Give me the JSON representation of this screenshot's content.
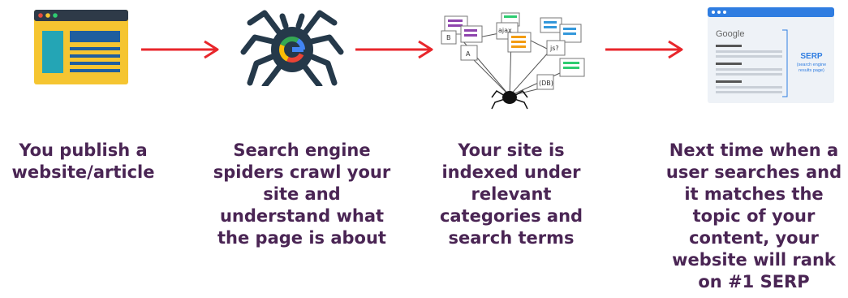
{
  "steps": [
    {
      "caption_lines": [
        "You publish a",
        "website/article"
      ],
      "icon": "browser-window-icon"
    },
    {
      "caption_lines": [
        "Search engine",
        "spiders crawl your",
        "site and",
        "understand what",
        "the page is about"
      ],
      "icon": "google-spider-icon"
    },
    {
      "caption_lines": [
        "Your site is",
        "indexed under",
        "relevant",
        "categories and",
        "search terms"
      ],
      "icon": "crawl-index-network-icon"
    },
    {
      "caption_lines": [
        "Next time when a",
        "user searches and",
        "it matches the",
        "topic of your",
        "content, your",
        "website will rank",
        "on #1 SERP"
      ],
      "icon": "serp-page-icon"
    }
  ],
  "serp": {
    "brand": "Google",
    "label": "SERP",
    "sublabel_line1": "(search engine",
    "sublabel_line2": "results page)"
  },
  "network_nodes": [
    "B",
    "A",
    "ajax",
    "js?",
    "(DB)"
  ],
  "colors": {
    "caption": "#4a2554",
    "arrow": "#e8262b",
    "browser_body": "#f5c531",
    "browser_bar": "#2e3a48",
    "browser_panel": "#1f5e9e",
    "browser_side": "#24a5b5",
    "spider": "#25394a",
    "serp_bar": "#2f7de1"
  }
}
